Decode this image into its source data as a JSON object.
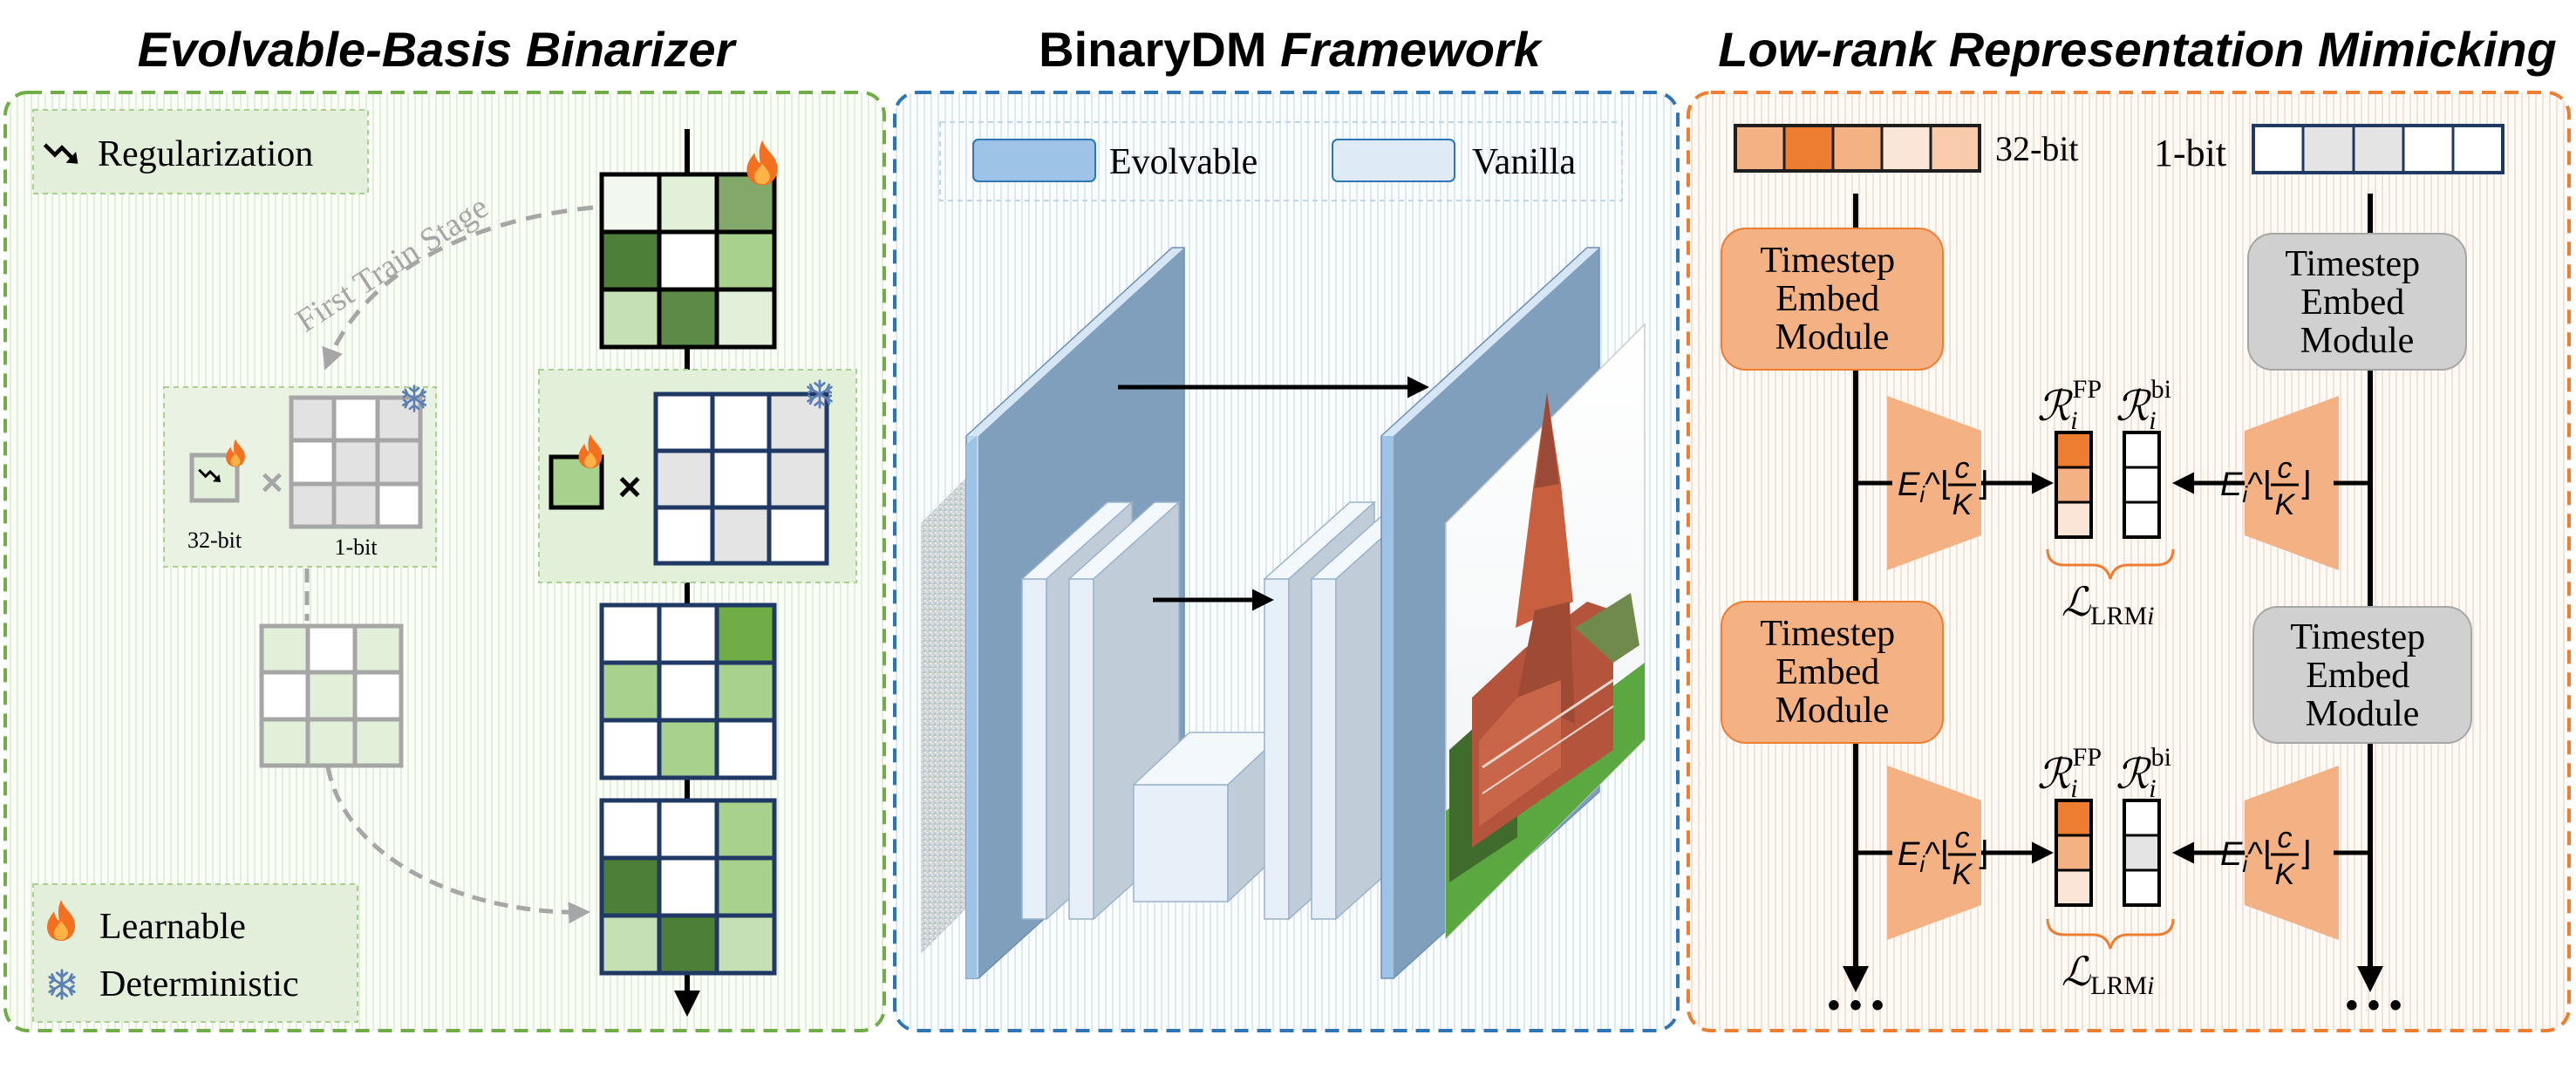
{
  "panels": {
    "binarizer": {
      "title": "Evolvable-Basis Binarizer",
      "regularization_label": "Regularization",
      "first_stage_label": "First Train Stage",
      "fp_tag": "32-bit",
      "bin_tag": "1-bit",
      "legend_learnable": "Learnable",
      "legend_deterministic": "Deterministic",
      "colors": {
        "dark_green": "#4e7f39",
        "mid_green": "#a9d18e",
        "light_green": "#e2efd9",
        "navy": "#1f3864",
        "grey_cell": "#e4e4e4"
      }
    },
    "framework": {
      "title_plain": "BinaryDM ",
      "title_italic": "Framework",
      "legend_evolvable": "Evolvable",
      "legend_vanilla": "Vanilla",
      "colors": {
        "evolvable": "#9dc3e6",
        "vanilla": "#deebf7"
      }
    },
    "mimicking": {
      "title": "Low-rank Representation Mimicking",
      "fp_bits_label": "32-bit",
      "bin_bits_label": "1-bit",
      "module_text": [
        "Timestep",
        "Embed",
        "Module"
      ],
      "proj_base": "E",
      "proj_sub": "i",
      "proj_mid": "^⌊",
      "proj_num": "c",
      "proj_den": "K",
      "proj_end": "⌋",
      "rep_symbol": "ℛ",
      "rep_sub": "i",
      "rep_fp_sup": "FP",
      "rep_bi_sup": "bi",
      "loss_symbol": "ℒ",
      "loss_sub": "LRM",
      "loss_idx": "i",
      "ellipsis": "• • •",
      "colors": {
        "orange": "#f4b183",
        "dark_orange": "#ed7d31",
        "pale_orange": "#fbe5d6",
        "grey_module": "#d0d0d0"
      }
    }
  }
}
